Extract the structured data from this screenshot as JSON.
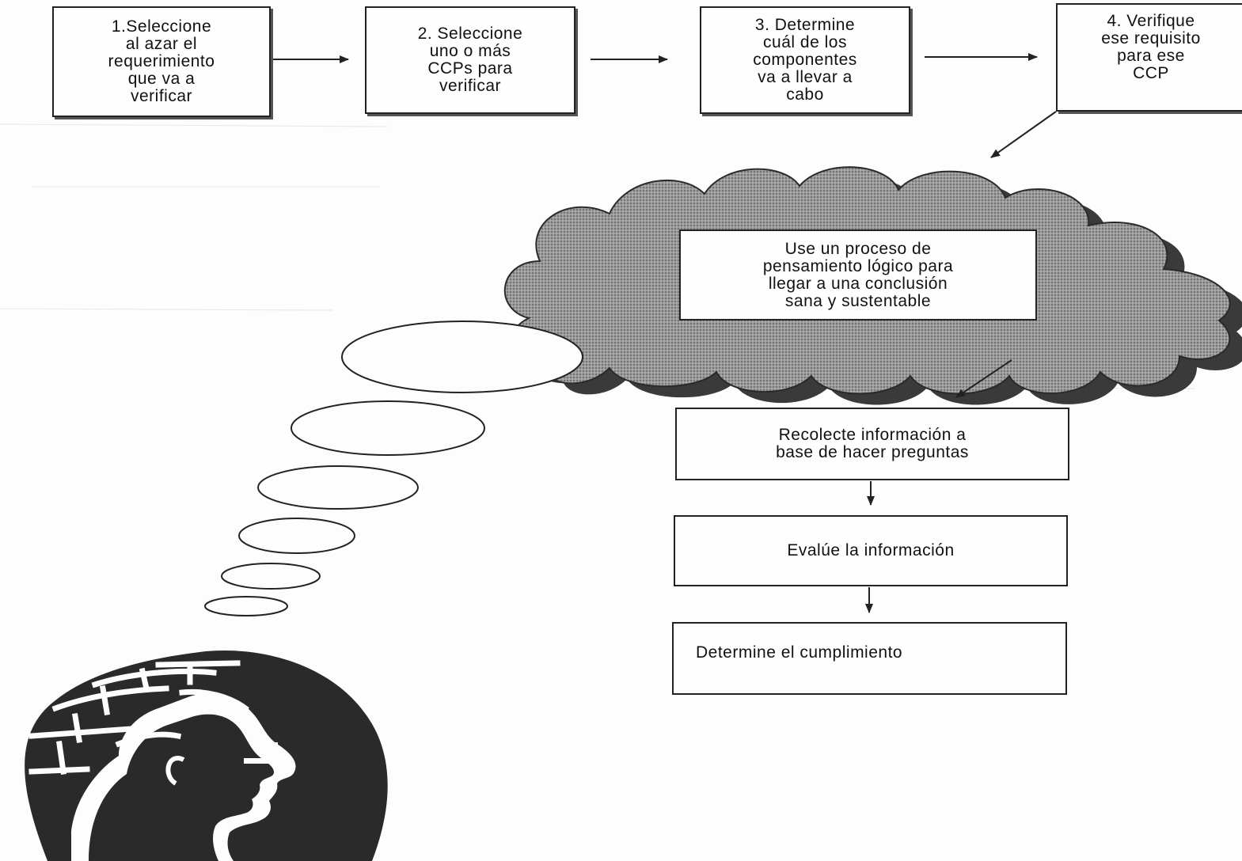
{
  "diagram": {
    "steps": [
      {
        "label": "1.Seleccione\nal azar el\nrequerimiento\nque va a\nverificar"
      },
      {
        "label": "2. Seleccione\nuno o más\nCCPs para\nverificar"
      },
      {
        "label": "3. Determine\ncuál de los\ncomponentes\nva a llevar a\ncabo"
      },
      {
        "label": "4. Verifique\nese requisito\npara ese\nCCP"
      }
    ],
    "thought": {
      "label": "Use un proceso de\npensamiento lógico para\nllegar a una conclusión\nsana y sustentable"
    },
    "flow": [
      {
        "label": "Recolecte información a\nbase de hacer preguntas"
      },
      {
        "label": "Evalúe la información"
      },
      {
        "label": "Determine el cumplimiento"
      }
    ]
  },
  "colors": {
    "cloud_fill": "#8f8f8f",
    "cloud_shadow": "#3a3a3a",
    "head_fill": "#2a2a2a",
    "line": "#222222"
  },
  "icons": {
    "head": "thinking-head-icon",
    "cloud": "thought-cloud-icon"
  }
}
